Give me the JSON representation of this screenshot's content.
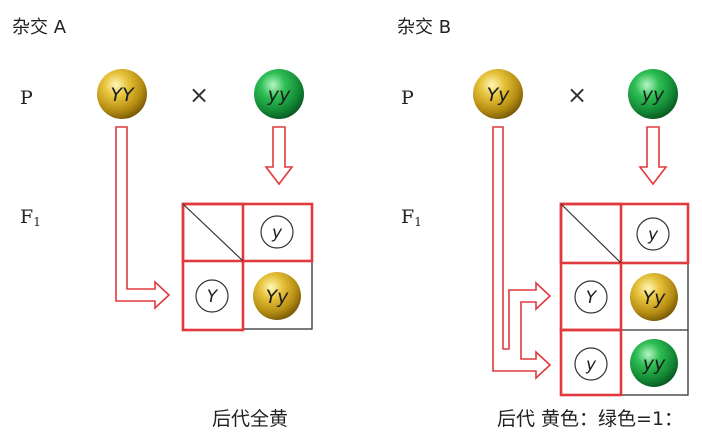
{
  "colors": {
    "red": "#e03a3e",
    "yellow": "#d8b52a",
    "green": "#1ea545",
    "grid": "#333333"
  },
  "cross_a": {
    "title": "杂交 A",
    "p_label": "P",
    "f1_label": "F",
    "f1_sub": "1",
    "cross_symbol": "×",
    "parent1": "YY",
    "parent2": "yy",
    "gamete_top": "y",
    "gamete_left": "Y",
    "offspring": "Yy",
    "caption": "后代全黄"
  },
  "cross_b": {
    "title": "杂交 B",
    "p_label": "P",
    "f1_label": "F",
    "f1_sub": "1",
    "cross_symbol": "×",
    "parent1": "Yy",
    "parent2": "yy",
    "gamete_top": "y",
    "gamete_left_1": "Y",
    "gamete_left_2": "y",
    "offspring_1": "Yy",
    "offspring_2": "yy",
    "caption": "后代 黄色：绿色=1："
  }
}
